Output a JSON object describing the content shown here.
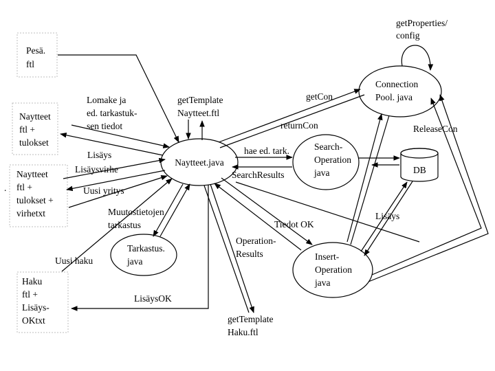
{
  "nodes": {
    "pesa_ftl": [
      "Pesä.",
      "ftl"
    ],
    "naytteet_tulokset": [
      "Naytteet",
      "ftl +",
      "tulokset"
    ],
    "naytteet_virhe": [
      "Naytteet",
      "ftl +",
      "tulokset +",
      "virhetxt"
    ],
    "haku_lisays": [
      "Haku",
      "ftl +",
      "Lisäys-",
      "OKtxt"
    ],
    "naytteet_java": "Naytteet.java",
    "tarkastus_java": [
      "Tarkastus.",
      "java"
    ],
    "connection_pool": [
      "Connection",
      "Pool. java"
    ],
    "search_operation": [
      "Search-",
      "Operation",
      "java"
    ],
    "insert_operation": [
      "Insert-",
      "Operation",
      "java"
    ],
    "db": "DB"
  },
  "labels": {
    "get_properties": [
      "getProperties/",
      "config"
    ],
    "lomake": [
      "Lomake ja",
      "ed. tarkastuk-",
      "sen tiedot"
    ],
    "get_template_naytteet": [
      "getTemplate",
      "Naytteet.ftl"
    ],
    "lisays_left": "Lisäys",
    "lisaysvirhe": "Lisäysvirhe",
    "uusi_yritys": "Uusi yritys",
    "muutostietojen": [
      "Muutostietojen",
      "tarkastus"
    ],
    "uusi_haku": "Uusi haku",
    "lisays_ok": "LisäysOK",
    "get_template_haku": [
      "getTemplate",
      "Haku.ftl"
    ],
    "get_con": "getCon",
    "return_con": "returnCon",
    "hae_ed_tark": "hae ed. tark.",
    "search_results": "SearchResults",
    "release_con": "ReleaseCon",
    "lisays_right": "Lisäys",
    "tiedot_ok": "Tiedot OK",
    "operation_results": [
      "Operation-",
      "Results"
    ],
    "dot": "."
  }
}
